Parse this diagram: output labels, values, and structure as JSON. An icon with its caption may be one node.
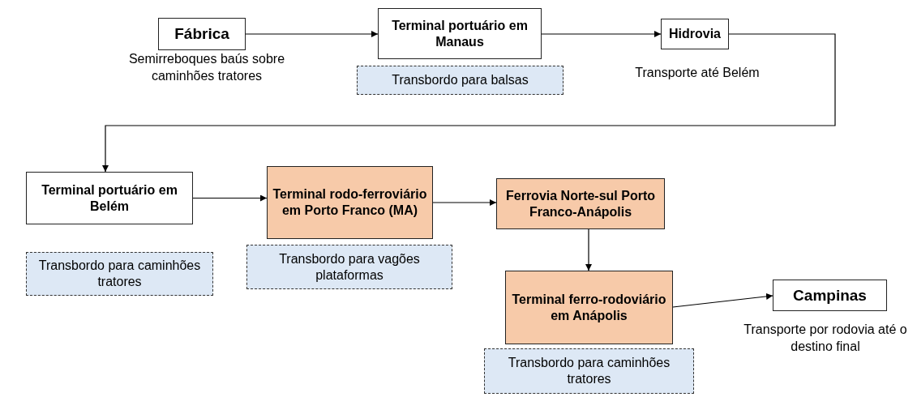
{
  "diagram": {
    "nodes": [
      {
        "text": [
          "Fábrica"
        ],
        "beside": [
          "Semirreboques baús sobre caminhões tratores"
        ]
      },
      {
        "text": [
          "Terminal portuário em Manaus"
        ]
      },
      {
        "text": [
          "Transbordo para balsas"
        ]
      },
      {
        "text": [
          "Hidrovia"
        ],
        "beside": [
          "Transporte até Belém"
        ]
      },
      {
        "text": [
          "Terminal portuário em Belém"
        ]
      },
      {
        "text": [
          "Transbordo para caminhões tratores"
        ]
      },
      {
        "text": [
          "Terminal rodo-ferroviário em Porto Franco (MA)"
        ]
      },
      {
        "text": [
          "Transbordo para vagões plataformas"
        ]
      },
      {
        "text": [
          "Ferrovia Norte-sul Porto Franco-Anápolis"
        ]
      },
      {
        "text": [
          "Terminal ferro-rodoviário em Anápolis"
        ]
      },
      {
        "text": [
          "Transbordo para caminhões tratores"
        ]
      },
      {
        "text": [
          "Campinas"
        ],
        "beside": [
          "Transporte por rodovia até o destino final"
        ]
      }
    ],
    "edges": [
      {
        "from": 0,
        "to": 1,
        "arrow": "to"
      },
      {
        "from": 1,
        "to": 3,
        "arrow": "to"
      },
      {
        "from": 3,
        "to": 4,
        "arrow": "to"
      },
      {
        "from": 4,
        "to": 6,
        "arrow": "to"
      },
      {
        "from": 6,
        "to": 8,
        "arrow": "to"
      },
      {
        "from": 8,
        "to": 9,
        "arrow": "to"
      },
      {
        "from": 9,
        "to": 11,
        "arrow": "to"
      }
    ]
  }
}
